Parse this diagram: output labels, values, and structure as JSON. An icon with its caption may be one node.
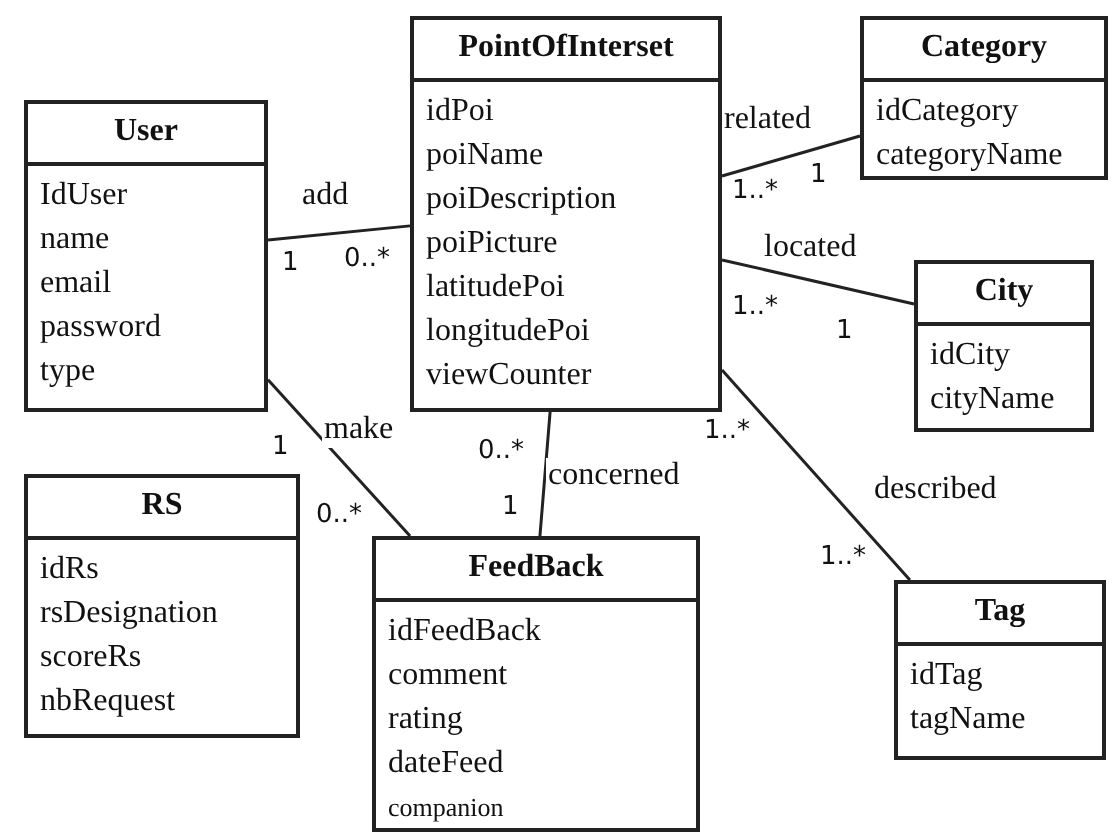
{
  "diagram": {
    "nodes": [
      {
        "text": [
          "PointOfInterset",
          "idPoi",
          "poiName",
          "poiDescription",
          "poiPicture",
          "latitudePoi",
          "longitudePoi",
          "viewCounter"
        ]
      },
      {
        "text": [
          "Category",
          "idCategory",
          "categoryName"
        ]
      },
      {
        "text": [
          "User",
          "IdUser",
          "name",
          "email",
          "password",
          "type"
        ]
      },
      {
        "text": [
          "City",
          "idCity",
          "cityName"
        ]
      },
      {
        "text": [
          "RS",
          "idRs",
          "rsDesignation",
          "scoreRs",
          "nbRequest"
        ]
      },
      {
        "text": [
          "FeedBack",
          "idFeedBack",
          "comment",
          "rating",
          "dateFeed",
          "companion"
        ]
      },
      {
        "text": [
          "Tag",
          "idTag",
          "tagName"
        ]
      }
    ],
    "edges": [
      {
        "from": 2,
        "to": 0,
        "arrow": "none",
        "label": "add"
      },
      {
        "from": 0,
        "to": 1,
        "arrow": "none",
        "label": "related"
      },
      {
        "from": 0,
        "to": 3,
        "arrow": "none",
        "label": "located"
      },
      {
        "from": 2,
        "to": 5,
        "arrow": "none",
        "label": "make"
      },
      {
        "from": 0,
        "to": 5,
        "arrow": "none",
        "label": "concerned"
      },
      {
        "from": 0,
        "to": 6,
        "arrow": "none",
        "label": "described"
      }
    ],
    "labels": [
      "1",
      "1..*",
      "1",
      "0..*",
      "1..*",
      "1",
      "1..*",
      "1",
      "0..*",
      "1",
      "0..*",
      "1..*"
    ]
  }
}
